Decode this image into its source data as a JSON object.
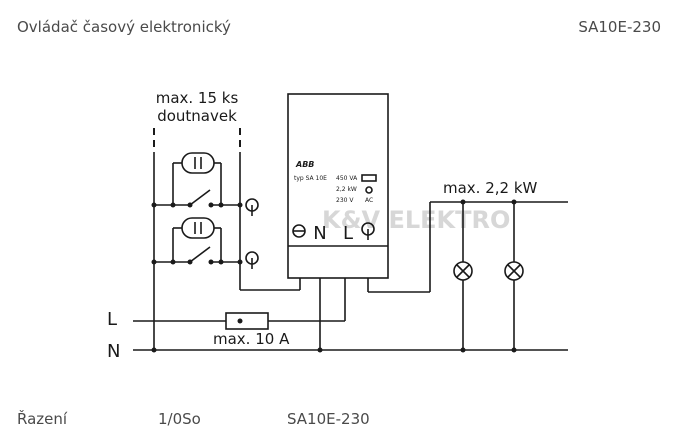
{
  "header": {
    "title": "Ovládač časový elektronický",
    "code": "SA10E-230"
  },
  "diagram": {
    "glow_label_line1": "max. 15 ks",
    "glow_label_line2": "doutnavek",
    "load_label": "max. 2,2 kW",
    "fuse_label": "max. 10 A",
    "line_L": "L",
    "line_N": "N",
    "device": {
      "brand": "ABB",
      "type": "typ SA 10E",
      "rating1": "450 VA",
      "rating2": "2,2 kW",
      "rating3": "230 V",
      "rating4": "AC",
      "terminal_N": "N",
      "terminal_L": "L"
    },
    "watermark": "K&V ELEKTRO"
  },
  "footer": {
    "label": "Řazení",
    "value": "1/0So",
    "code": "SA10E-230"
  }
}
